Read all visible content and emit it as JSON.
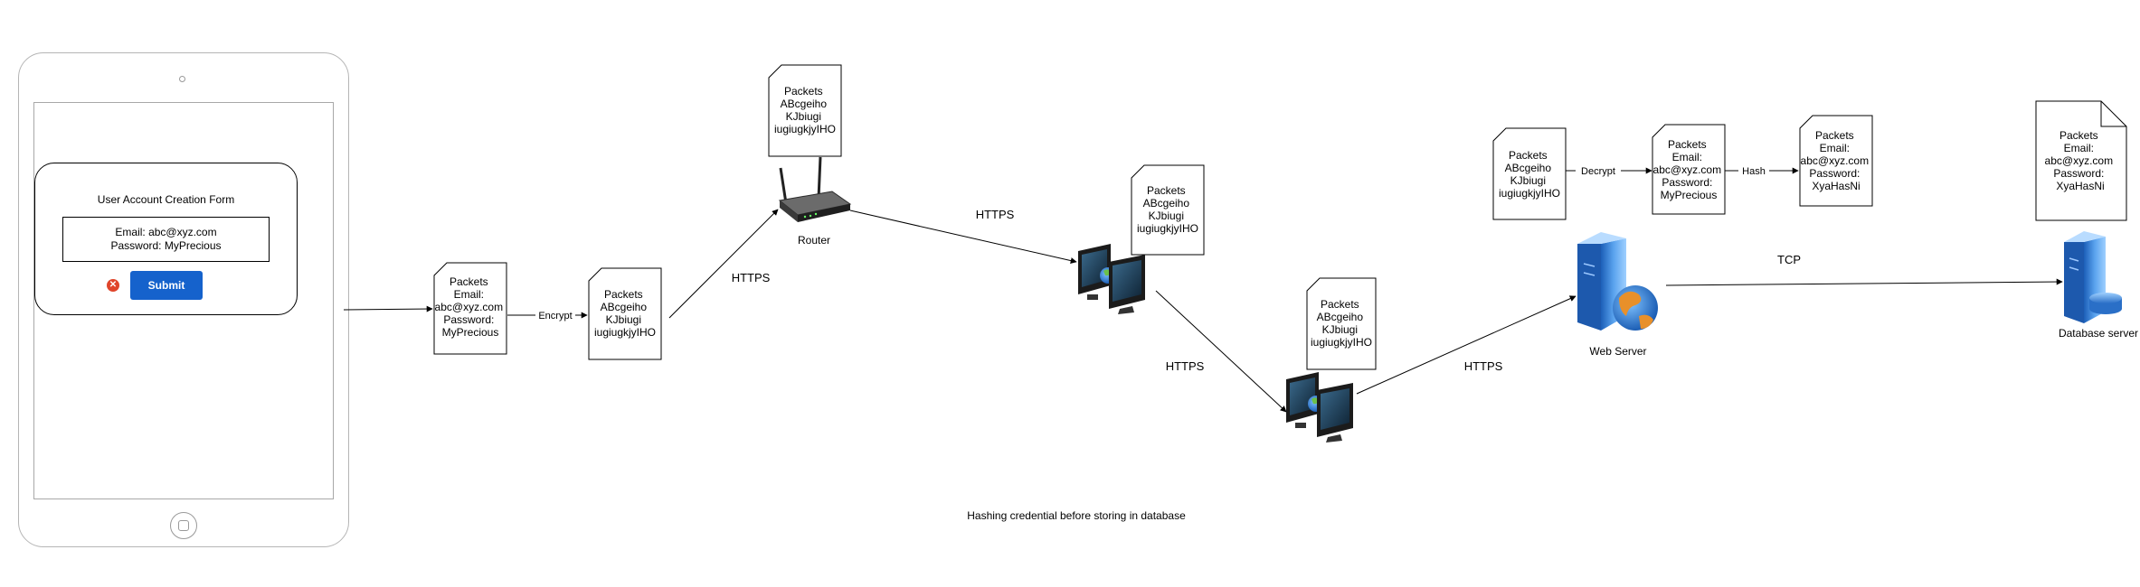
{
  "tablet": {
    "form_title": "User Account Creation Form",
    "email_line": "Email: abc@xyz.com",
    "password_line": "Password: MyPrecious",
    "submit_label": "Submit",
    "cancel_glyph": "✕"
  },
  "packets": {
    "plain": [
      "Packets",
      "Email:",
      "abc@xyz.com",
      "Password:",
      "MyPrecious"
    ],
    "encrypted": [
      "Packets",
      "ABcgeiho",
      "KJbiugi",
      "iugiugkjyIHO"
    ],
    "hashed": [
      "Packets",
      "Email:",
      "abc@xyz.com",
      "Password:",
      "XyaHasNi"
    ]
  },
  "edges": {
    "encrypt": "Encrypt",
    "https": "HTTPS",
    "decrypt": "Decrypt",
    "hash": "Hash",
    "tcp": "TCP"
  },
  "nodes": {
    "router": "Router",
    "web_server": "Web Server",
    "database_server": "Database server"
  },
  "caption": "Hashing credential before storing in database",
  "colors": {
    "submit_button": "#1562cc",
    "cancel_icon": "#e0452b",
    "server_blue": "#3a7fd5",
    "globe_orange": "#e8902a"
  },
  "icons": [
    "router-icon",
    "computer-icon",
    "web-server-icon",
    "database-server-icon"
  ]
}
